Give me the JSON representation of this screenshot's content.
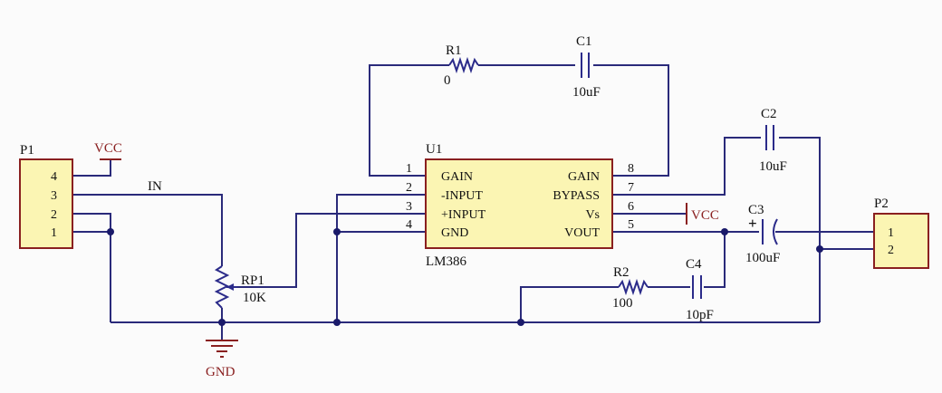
{
  "components": {
    "r1": {
      "ref": "R1",
      "value": "0"
    },
    "c1": {
      "ref": "C1",
      "value": "10uF"
    },
    "c2": {
      "ref": "C2",
      "value": "10uF"
    },
    "c3": {
      "ref": "C3",
      "value": "100uF",
      "polarity": "+"
    },
    "c4": {
      "ref": "C4",
      "value": "10pF"
    },
    "r2": {
      "ref": "R2",
      "value": "100"
    },
    "rp1": {
      "ref": "RP1",
      "value": "10K"
    },
    "u1": {
      "ref": "U1",
      "part": "LM386",
      "left_pins": [
        {
          "num": "1",
          "name": "GAIN"
        },
        {
          "num": "2",
          "name": "-INPUT"
        },
        {
          "num": "3",
          "name": "+INPUT"
        },
        {
          "num": "4",
          "name": "GND"
        }
      ],
      "right_pins": [
        {
          "num": "8",
          "name": "GAIN"
        },
        {
          "num": "7",
          "name": "BYPASS"
        },
        {
          "num": "6",
          "name": "Vs"
        },
        {
          "num": "5",
          "name": "VOUT"
        }
      ]
    },
    "p1": {
      "ref": "P1",
      "pins": [
        "4",
        "3",
        "2",
        "1"
      ]
    },
    "p2": {
      "ref": "P2",
      "pins": [
        "1",
        "2"
      ]
    }
  },
  "nets": {
    "vcc_top": "VCC",
    "vcc_right": "VCC",
    "in": "IN",
    "gnd": "GND"
  },
  "colors": {
    "wire": "#2a2a7a",
    "symbol_outline": "#8a2020",
    "symbol_fill": "#fbf5b3",
    "background": "#fbfbfb"
  }
}
